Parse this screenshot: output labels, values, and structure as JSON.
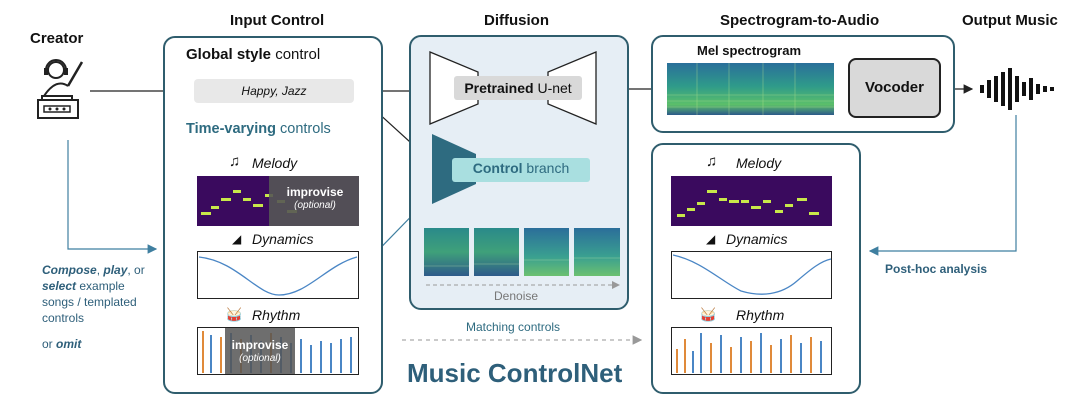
{
  "title": "Music ControlNet",
  "creator": {
    "label": "Creator",
    "note_line1_a": "Compose",
    "note_line1_b": ", ",
    "note_line1_c": "play",
    "note_line1_d": ", or",
    "note_line2_a": "select",
    "note_line2_b": " example",
    "note_line3": "songs / templated",
    "note_line4": "controls",
    "omit_a": "or ",
    "omit_b": "omit"
  },
  "input_control": {
    "header": "Input Control",
    "global_bold": "Global style",
    "global_rest": " control",
    "style_text": "Happy,  Jazz",
    "timevar_bold": "Time-varying",
    "timevar_rest": " controls",
    "melody": "Melody",
    "dynamics": "Dynamics",
    "rhythm": "Rhythm",
    "improvise": "improvise",
    "optional": "(optional)"
  },
  "diffusion": {
    "header": "Diffusion",
    "unet_bold": "Pretrained",
    "unet_rest": " U-net",
    "branch_bold": "Control",
    "branch_rest": " branch",
    "denoise": "Denoise"
  },
  "s2a": {
    "header": "Spectrogram-to-Audio",
    "mel": "Mel spectrogram",
    "vocoder": "Vocoder"
  },
  "output": {
    "header": "Output Music",
    "melody": "Melody",
    "dynamics": "Dynamics",
    "rhythm": "Rhythm",
    "posthoc": "Post-hoc analysis"
  },
  "matching": "Matching controls",
  "colors": {
    "panel_border": "#2f5d6d",
    "teal": "#2e6b80",
    "diffusion_bg": "#e6eef5",
    "melody_bg": "#3a0a5e",
    "melody_note": "#c8e84a",
    "rhythm_blue": "#4a86c5",
    "rhythm_orange": "#e08a3a",
    "title_color": "#2e5f7a"
  }
}
